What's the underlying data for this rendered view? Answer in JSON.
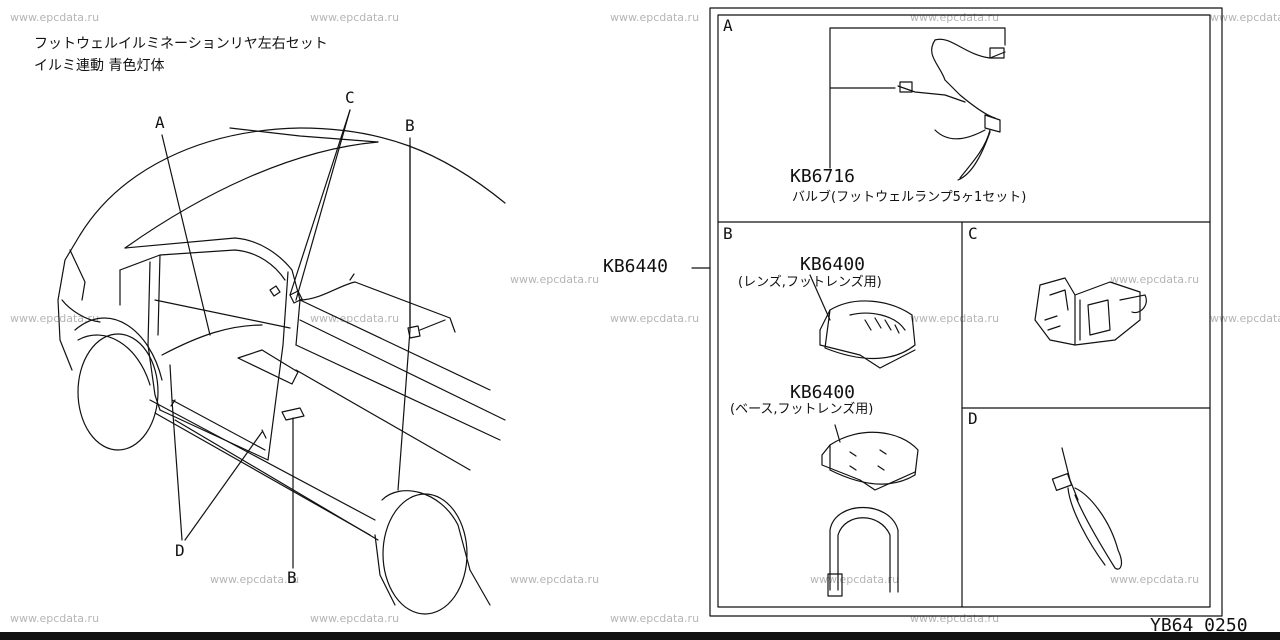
{
  "title_line1": "フットウェルイルミネーションリヤ左右セット",
  "title_line2": "イルミ連動 青色灯体",
  "callouts": {
    "a": "A",
    "b": "B",
    "c": "C",
    "d": "D"
  },
  "main_part": "KB6440",
  "panel_a": {
    "label": "A",
    "part_no": "KB6716",
    "desc": "バルブ(フットウェルランプ5ヶ1セット)"
  },
  "panel_b": {
    "label": "B",
    "part1_no": "KB6400",
    "part1_desc": "(レンズ,フットレンズ用)",
    "part2_no": "KB6400",
    "part2_desc": "(ベース,フットレンズ用)"
  },
  "panel_c": {
    "label": "C"
  },
  "panel_d": {
    "label": "D"
  },
  "diagram_code": "YB64 0250",
  "watermark": "www.epcdata.ru"
}
